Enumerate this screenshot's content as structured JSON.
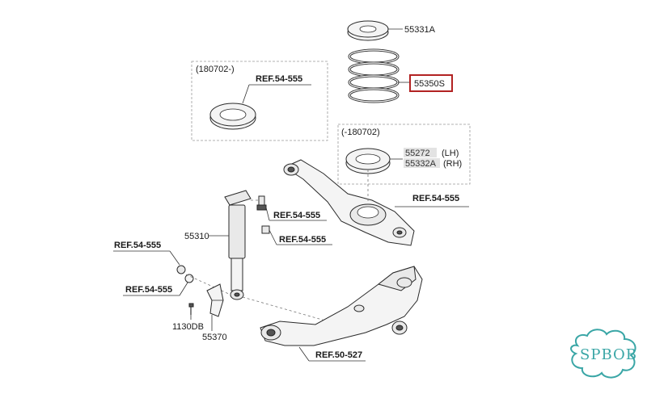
{
  "labels": {
    "spring_pad_upper": "55331A",
    "spring": "55350S",
    "pad_box_top_period": "(180702-)",
    "pad_box_top_ref": "REF.54-555",
    "pad_box_low_period": "(-180702)",
    "pad_lower_lh": "55272",
    "pad_lower_lh_side": "(LH)",
    "pad_lower_rh": "55332A",
    "pad_lower_rh_side": "(RH)",
    "arm_ref": "REF.54-555",
    "shock_ref_top": "REF.54-555",
    "shock_ref_mid": "REF.54-555",
    "shock": "55310",
    "left_ref_top": "REF.54-555",
    "left_ref_low": "REF.54-555",
    "bolt": "1130DB",
    "bracket": "55370",
    "knuckle_ref": "REF.50-527"
  },
  "logo": {
    "text": "SPBOB",
    "color": "#3aa6a6"
  },
  "highlight_color": "#b22222"
}
